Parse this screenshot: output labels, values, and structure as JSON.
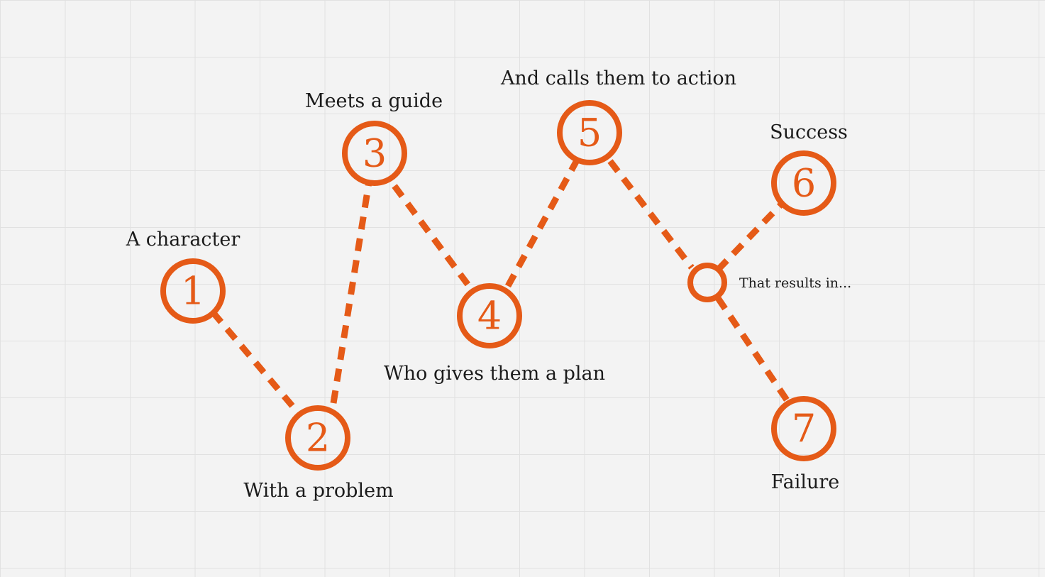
{
  "colors": {
    "accent": "#e55a17",
    "text": "#1b1b1b"
  },
  "steps": [
    {
      "number": "1",
      "label": "A character"
    },
    {
      "number": "2",
      "label": "With a problem"
    },
    {
      "number": "3",
      "label": "Meets a guide"
    },
    {
      "number": "4",
      "label": "Who gives them a plan"
    },
    {
      "number": "5",
      "label": "And calls them to action"
    },
    {
      "number": "6",
      "label": "Success"
    },
    {
      "number": "7",
      "label": "Failure"
    }
  ],
  "branch": {
    "label": "That results in..."
  }
}
